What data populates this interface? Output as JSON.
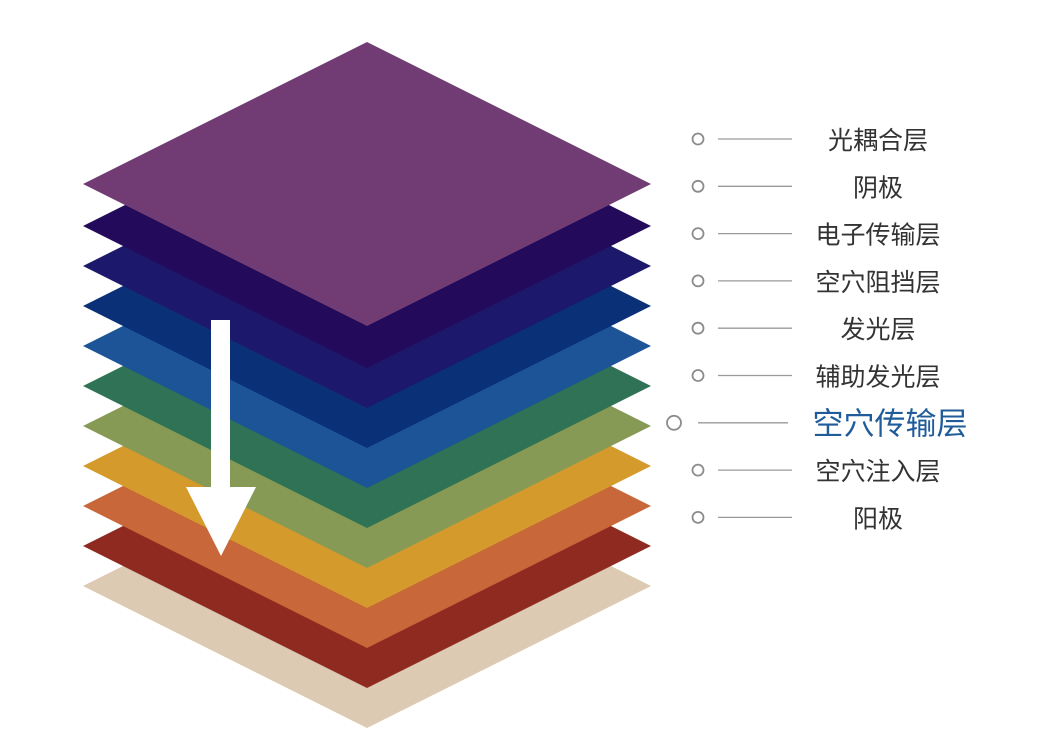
{
  "diagram": {
    "layers_bottom_to_top": [
      {
        "name": "substrate-plate",
        "color": "#dccbb2"
      },
      {
        "name": "anode-plate",
        "color": "#8e2a20"
      },
      {
        "name": "hole-injection-plate",
        "color": "#c8683a"
      },
      {
        "name": "hole-transport-plate",
        "color": "#d59a2c"
      },
      {
        "name": "auxiliary-emission-plate",
        "color": "#869a55"
      },
      {
        "name": "emission-plate",
        "color": "#2f7255"
      },
      {
        "name": "hole-blocking-plate",
        "color": "#1c5497"
      },
      {
        "name": "electron-transport-plate",
        "color": "#0a3077"
      },
      {
        "name": "cathode-plate",
        "color": "#1c186b"
      },
      {
        "name": "light-coupling-plate",
        "color": "#230a5a"
      },
      {
        "name": "top-plate",
        "color": "#713c73"
      }
    ],
    "labels": [
      {
        "text": "光耦合层",
        "highlight": false
      },
      {
        "text": "阴极",
        "highlight": false
      },
      {
        "text": "电子传输层",
        "highlight": false
      },
      {
        "text": "空穴阻挡层",
        "highlight": false
      },
      {
        "text": "发光层",
        "highlight": false
      },
      {
        "text": "辅助发光层",
        "highlight": false
      },
      {
        "text": "空穴传输层",
        "highlight": true
      },
      {
        "text": "空穴注入层",
        "highlight": false
      },
      {
        "text": "阳极",
        "highlight": false
      }
    ],
    "arrow_icon": "down-arrow-icon",
    "arrow_color": "#ffffff",
    "highlight_color": "#1f5c99"
  }
}
